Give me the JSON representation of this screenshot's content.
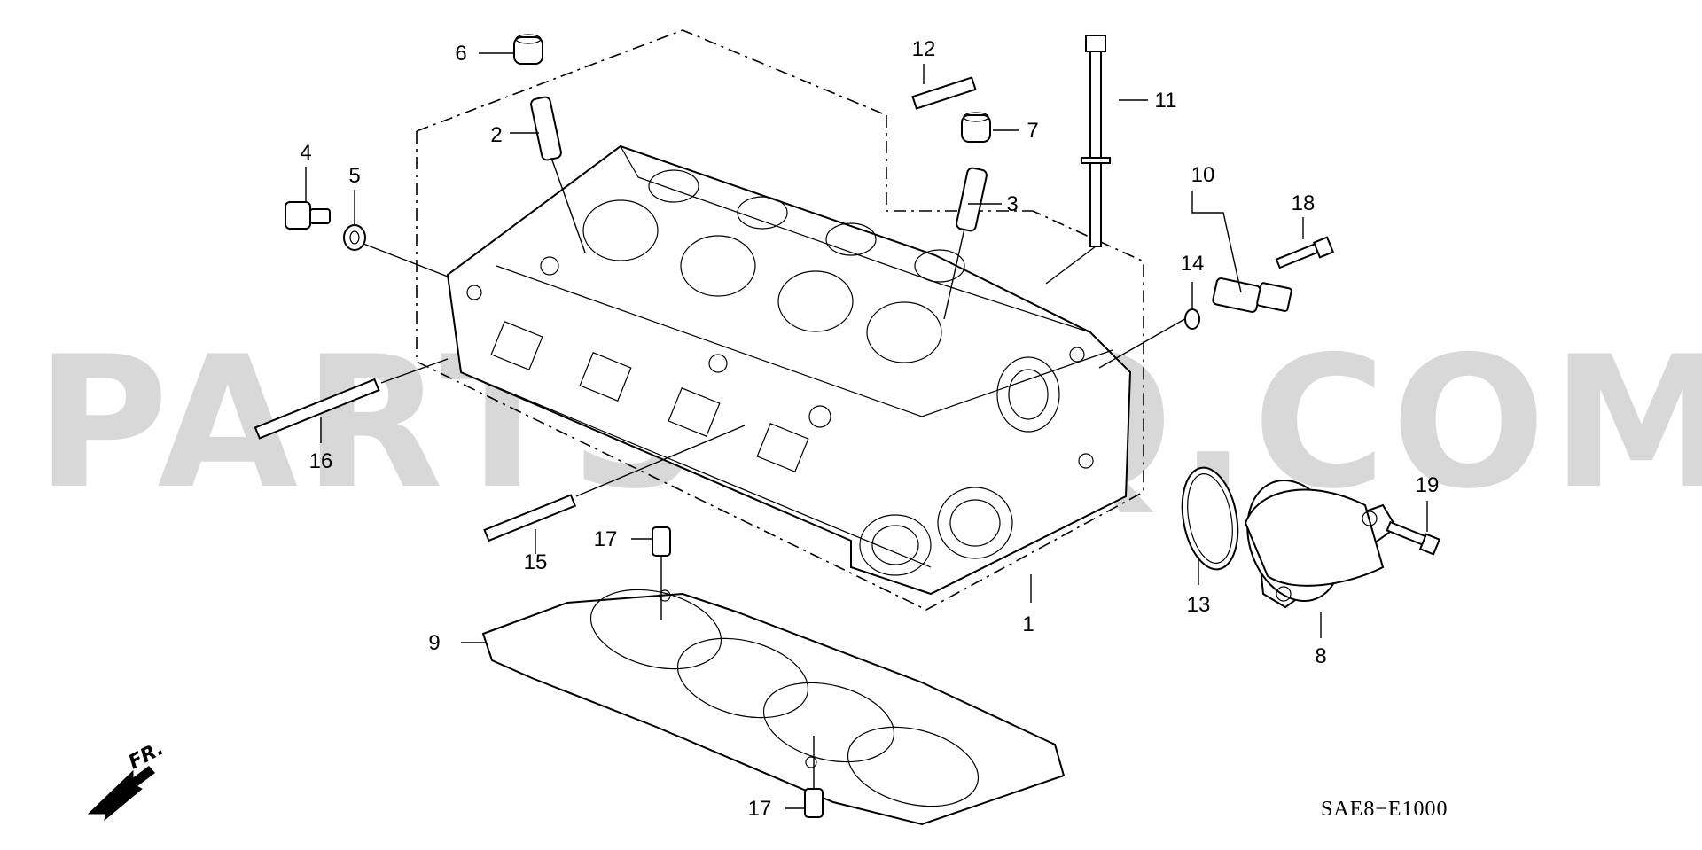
{
  "watermark": "PARTSOUQ.COM",
  "diagram_code": "SAE8−E1000",
  "direction_indicator": "FR.",
  "callouts": [
    {
      "id": "1",
      "label": "1"
    },
    {
      "id": "2",
      "label": "2"
    },
    {
      "id": "3",
      "label": "3"
    },
    {
      "id": "4",
      "label": "4"
    },
    {
      "id": "5",
      "label": "5"
    },
    {
      "id": "6",
      "label": "6"
    },
    {
      "id": "7",
      "label": "7"
    },
    {
      "id": "8",
      "label": "8"
    },
    {
      "id": "9",
      "label": "9"
    },
    {
      "id": "10",
      "label": "10"
    },
    {
      "id": "11",
      "label": "11"
    },
    {
      "id": "12",
      "label": "12"
    },
    {
      "id": "13",
      "label": "13"
    },
    {
      "id": "14",
      "label": "14"
    },
    {
      "id": "15",
      "label": "15"
    },
    {
      "id": "16",
      "label": "16"
    },
    {
      "id": "17a",
      "label": "17"
    },
    {
      "id": "17b",
      "label": "17"
    },
    {
      "id": "18",
      "label": "18"
    },
    {
      "id": "19",
      "label": "19"
    }
  ]
}
